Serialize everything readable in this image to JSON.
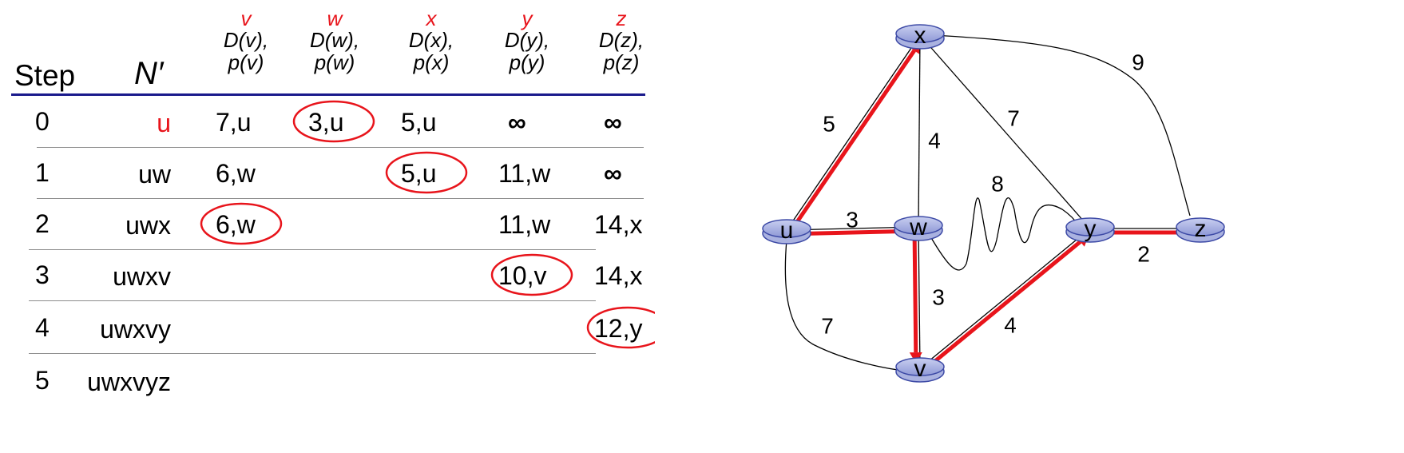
{
  "colors": {
    "accent": "#e8141b",
    "header_rule": "#1a1a8c",
    "row_rule": "#8c8c8c",
    "node_fill": "#aab2e0",
    "node_stroke": "#3d4aa6"
  },
  "table": {
    "step_header": "Step",
    "nprime_header": "N′",
    "columns": [
      {
        "node": "v",
        "dist": "D(v),",
        "pred": "p(v)"
      },
      {
        "node": "w",
        "dist": "D(w),",
        "pred": "p(w)"
      },
      {
        "node": "x",
        "dist": "D(x),",
        "pred": "p(x)"
      },
      {
        "node": "y",
        "dist": "D(y),",
        "pred": "p(y)"
      },
      {
        "node": "z",
        "dist": "D(z),",
        "pred": "p(z)"
      }
    ],
    "rows": [
      {
        "step": "0",
        "nprime": "u",
        "cells": [
          "7,u",
          "3,u",
          "5,u",
          "∞",
          "∞"
        ],
        "circled": 1
      },
      {
        "step": "1",
        "nprime": "uw",
        "cells": [
          "6,w",
          "",
          "5,u",
          "11,w",
          "∞"
        ],
        "circled": 2
      },
      {
        "step": "2",
        "nprime": "uwx",
        "cells": [
          "6,w",
          "",
          "",
          "11,w",
          "14,x"
        ],
        "circled": 0
      },
      {
        "step": "3",
        "nprime": "uwxv",
        "cells": [
          "",
          "",
          "",
          "10,v",
          "14,x"
        ],
        "circled": 3
      },
      {
        "step": "4",
        "nprime": "uwxvy",
        "cells": [
          "",
          "",
          "",
          "",
          "12,y"
        ],
        "circled": 4
      },
      {
        "step": "5",
        "nprime": "uwxvyz",
        "cells": [
          "",
          "",
          "",
          "",
          ""
        ],
        "circled": -1
      }
    ]
  },
  "graph": {
    "nodes": [
      {
        "id": "u",
        "label": "u"
      },
      {
        "id": "x",
        "label": "x"
      },
      {
        "id": "w",
        "label": "w"
      },
      {
        "id": "v",
        "label": "v"
      },
      {
        "id": "y",
        "label": "y"
      },
      {
        "id": "z",
        "label": "z"
      }
    ],
    "edges": [
      {
        "from": "u",
        "to": "x",
        "weight": "5",
        "tree": true
      },
      {
        "from": "u",
        "to": "w",
        "weight": "3",
        "tree": true
      },
      {
        "from": "u",
        "to": "v",
        "weight": "7",
        "tree": false
      },
      {
        "from": "x",
        "to": "w",
        "weight": "4",
        "tree": false
      },
      {
        "from": "x",
        "to": "y",
        "weight": "7",
        "tree": false
      },
      {
        "from": "x",
        "to": "z",
        "weight": "9",
        "tree": false
      },
      {
        "from": "w",
        "to": "v",
        "weight": "3",
        "tree": true
      },
      {
        "from": "w",
        "to": "y",
        "weight": "8",
        "tree": false
      },
      {
        "from": "v",
        "to": "y",
        "weight": "4",
        "tree": true
      },
      {
        "from": "y",
        "to": "z",
        "weight": "2",
        "tree": true
      }
    ]
  }
}
